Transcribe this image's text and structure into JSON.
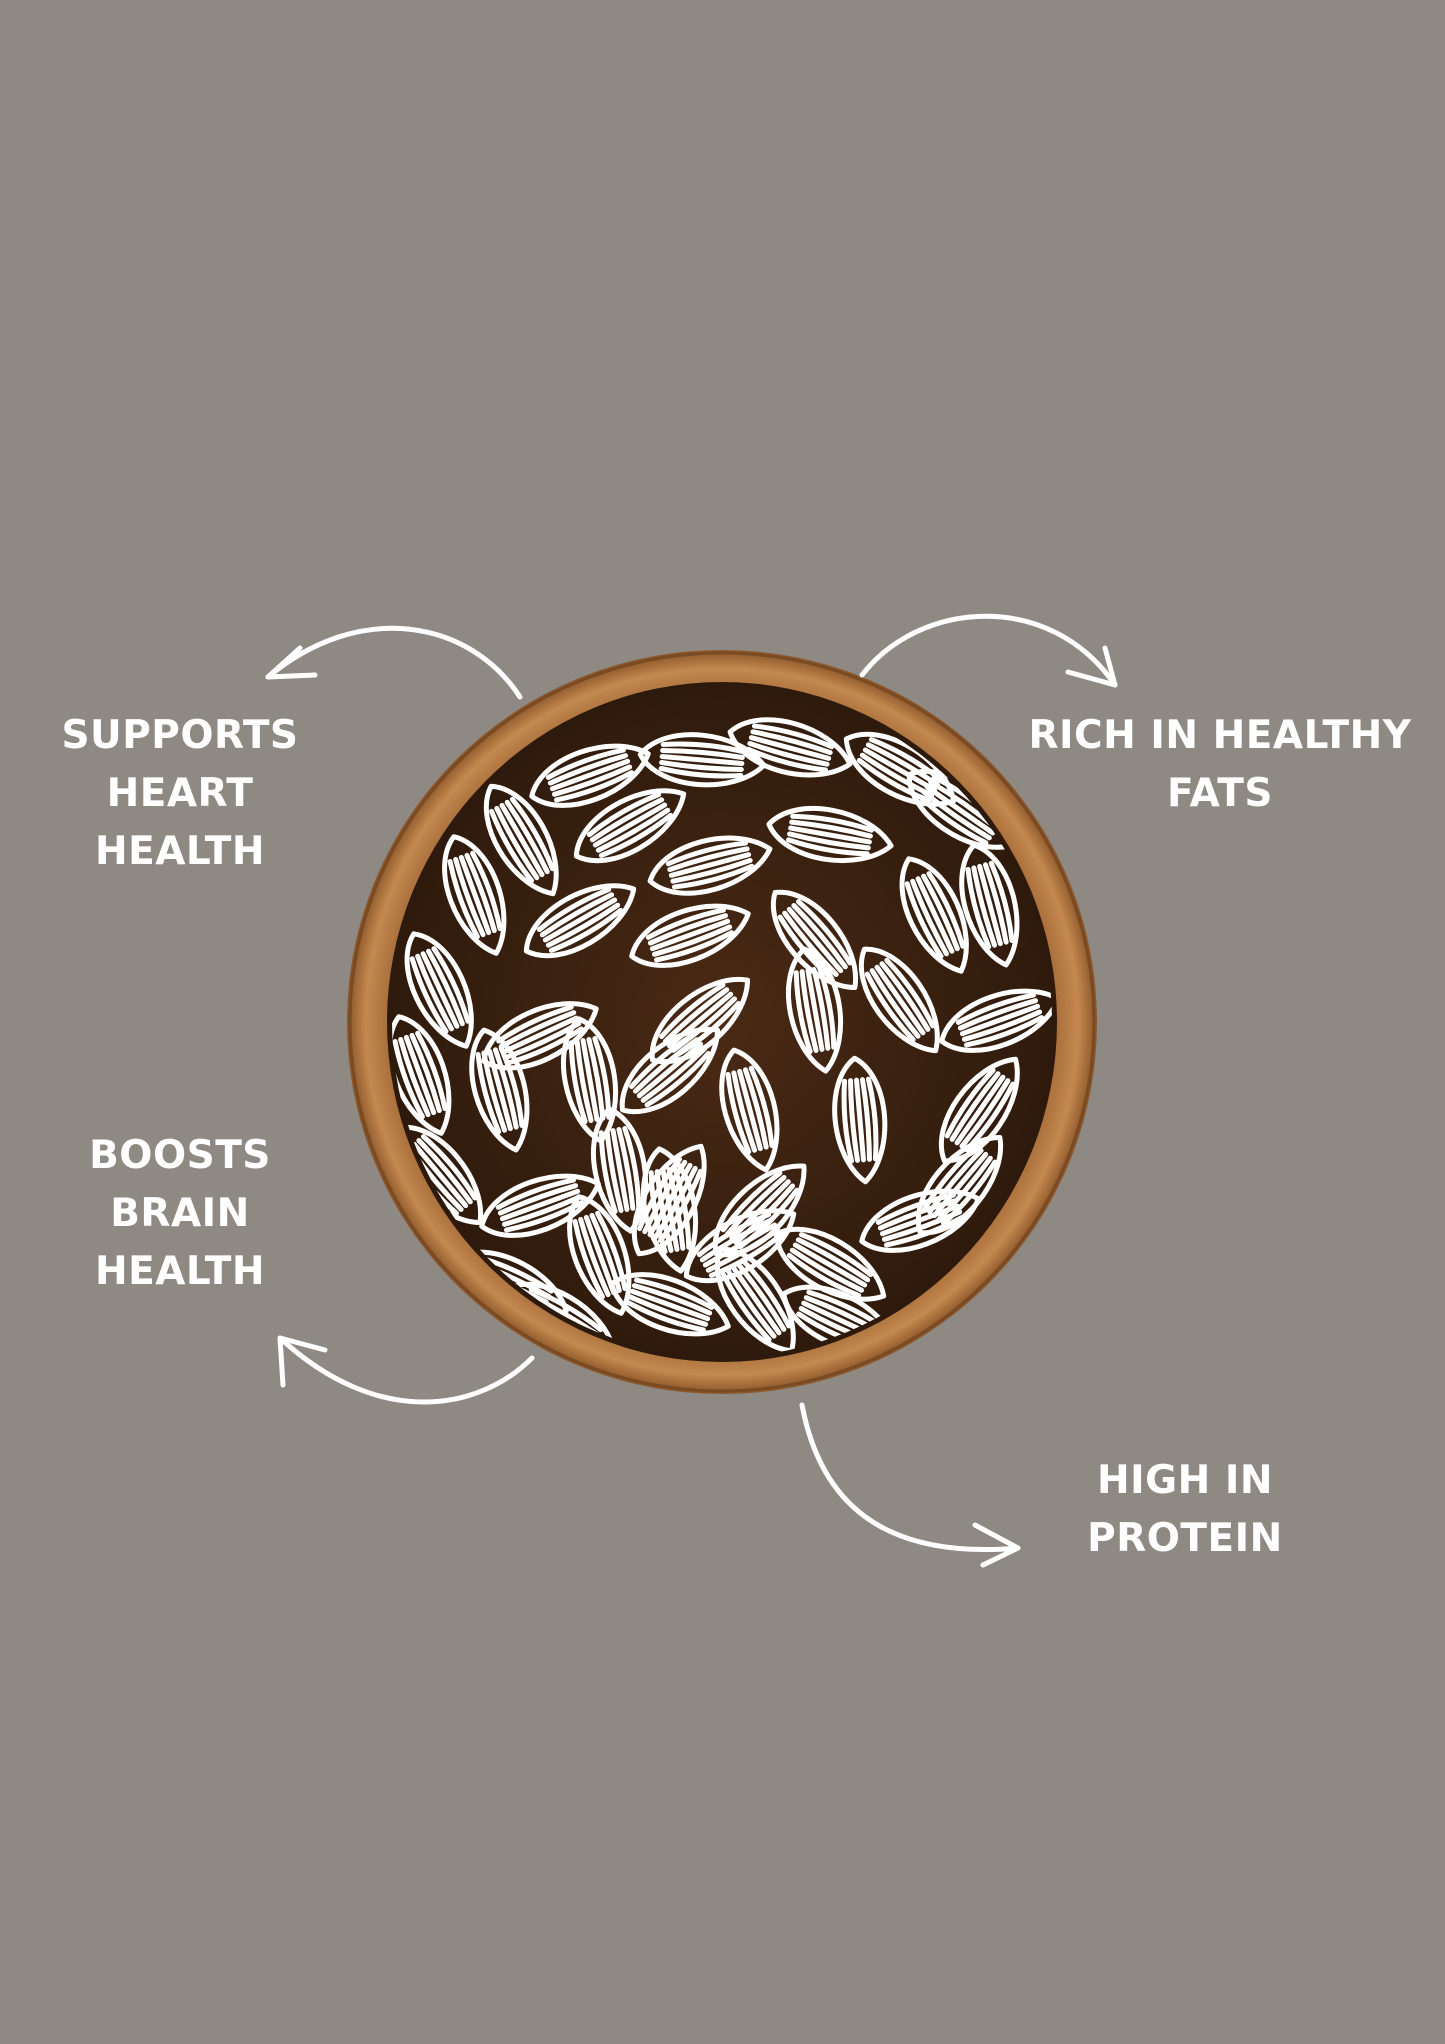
{
  "colors": {
    "background": "#8f8984",
    "label_text": "#ffffff",
    "arrow": "#ffffff",
    "bowl_wood": "#a56a37",
    "almond": "#b0683e"
  },
  "image": {
    "subject": "bowl-of-almonds"
  },
  "labels": {
    "heart": [
      "SUPPORTS",
      "HEART",
      "HEALTH"
    ],
    "fats": [
      "RICH IN HEALTHY",
      "FATS"
    ],
    "brain": [
      "BOOSTS",
      "BRAIN",
      "HEALTH"
    ],
    "protein": [
      "HIGH IN",
      "PROTEIN"
    ]
  },
  "icons": {
    "arrows": [
      "curved-arrow-icon",
      "curved-arrow-icon",
      "curved-arrow-icon",
      "curved-arrow-icon"
    ]
  }
}
